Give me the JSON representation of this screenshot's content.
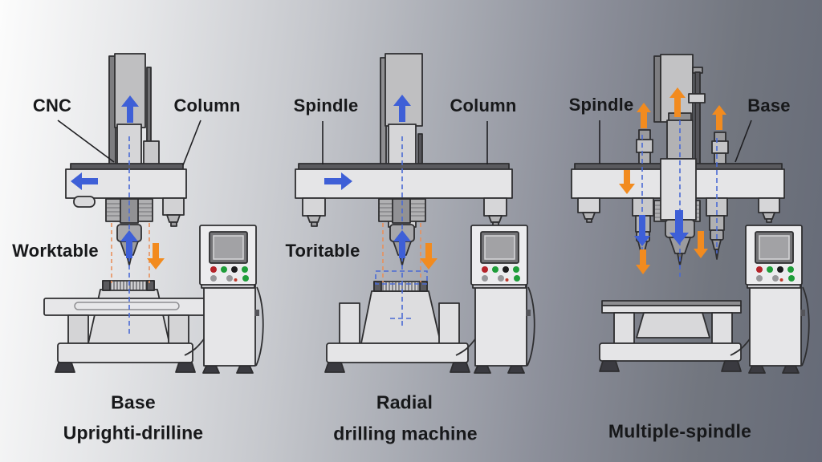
{
  "machines": [
    {
      "id": "upright-drilling-machine",
      "labels": [
        "CNC",
        "Column",
        "Worktable"
      ],
      "caption": [
        "Base",
        "Uprighti-drilline"
      ]
    },
    {
      "id": "radial-drilling-machine",
      "labels": [
        "Spindle",
        "Column",
        "Toritable"
      ],
      "caption": [
        "Radial",
        "drilling machine"
      ]
    },
    {
      "id": "multiple-spindle-machine",
      "labels": [
        "Spindle",
        "Base"
      ],
      "caption": [
        "Multiple-spindle"
      ]
    }
  ],
  "colors": {
    "arrow_blue": "#3e5fd7",
    "arrow_orange": "#f28b1f",
    "dashed_blue": "#4a6ad4",
    "dashed_orange": "#e8905c",
    "outline": "#2e2e30",
    "machine_light": "#e5e5e7",
    "background_left": "#fcfcfc",
    "background_right": "#656a77",
    "label_text": "#17181a",
    "button_red": "#b5232a",
    "button_green": "#1f9d3a",
    "button_black": "#1b1b1d",
    "button_gray": "#97979a"
  }
}
